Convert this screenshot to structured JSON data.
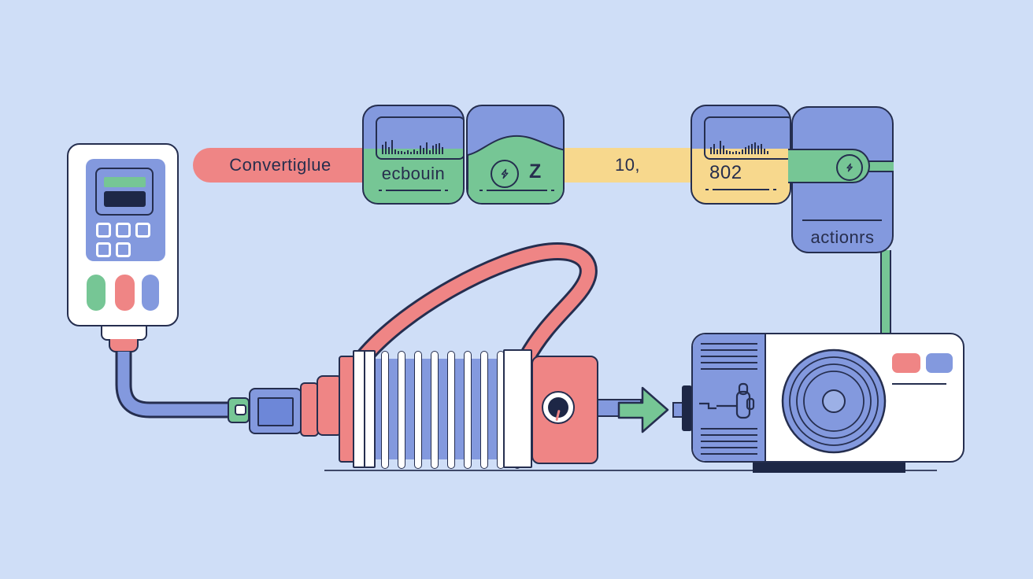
{
  "palette": {
    "bg": "#cfdef7",
    "ink": "#272e4d",
    "navy": "#252e4f",
    "red": "#ef8585",
    "green": "#76c695",
    "blue": "#8399de",
    "blue_deep": "#6d87d8",
    "blue_light": "#9cb0e6",
    "yellow": "#f7d88d",
    "screen_dark": "#1d2746",
    "white": "#ffffff"
  },
  "pipeline": {
    "convert_label": "Convertiglue",
    "value_label": "10,",
    "meter1": {
      "label": "ecbouin",
      "icon": "waveform-meter-icon",
      "bars": [
        12,
        16,
        9,
        18,
        6,
        4,
        4,
        3,
        5,
        3,
        6,
        4,
        11,
        8,
        15,
        5,
        11,
        13,
        14,
        9
      ]
    },
    "transform": {
      "label": "Z",
      "icon": "lightning-circle-icon"
    },
    "meter2": {
      "label": "802",
      "icon": "waveform-meter-icon",
      "bars": [
        9,
        13,
        6,
        17,
        11,
        5,
        4,
        3,
        4,
        3,
        6,
        9,
        11,
        13,
        15,
        11,
        13,
        7,
        4
      ]
    },
    "actions": {
      "label": "actionrs",
      "icon": "lightning-circle-icon"
    }
  },
  "machine": {
    "rib_count": 9
  }
}
